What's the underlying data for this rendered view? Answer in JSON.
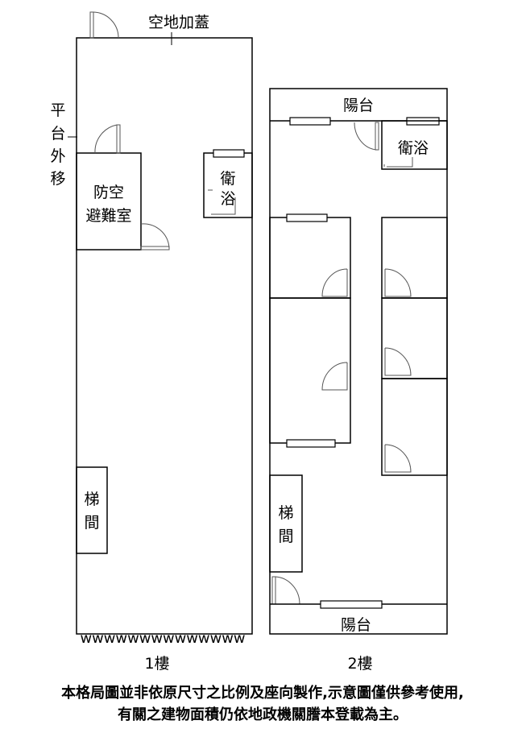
{
  "floor1": {
    "top_label": "空地加蓋",
    "side_label_chars": [
      "平",
      "台",
      "外",
      "移"
    ],
    "shelter_line1": "防空",
    "shelter_line2": "避難室",
    "bath_chars": [
      "衛",
      "浴"
    ],
    "stair_chars": [
      "梯",
      "間"
    ],
    "bottom_wave": "wwwwwwwwwwwwww",
    "caption": "1樓"
  },
  "floor2": {
    "balcony_top": "陽台",
    "bath": "衛浴",
    "stair_chars": [
      "梯",
      "間"
    ],
    "balcony_bottom": "陽台",
    "caption": "2樓"
  },
  "footer": {
    "line1": "本格局圖並非依原尺寸之比例及座向製作,示意圖僅供參考使用,",
    "line2": "有關之建物面積仍依地政機關謄本登載為主。"
  }
}
